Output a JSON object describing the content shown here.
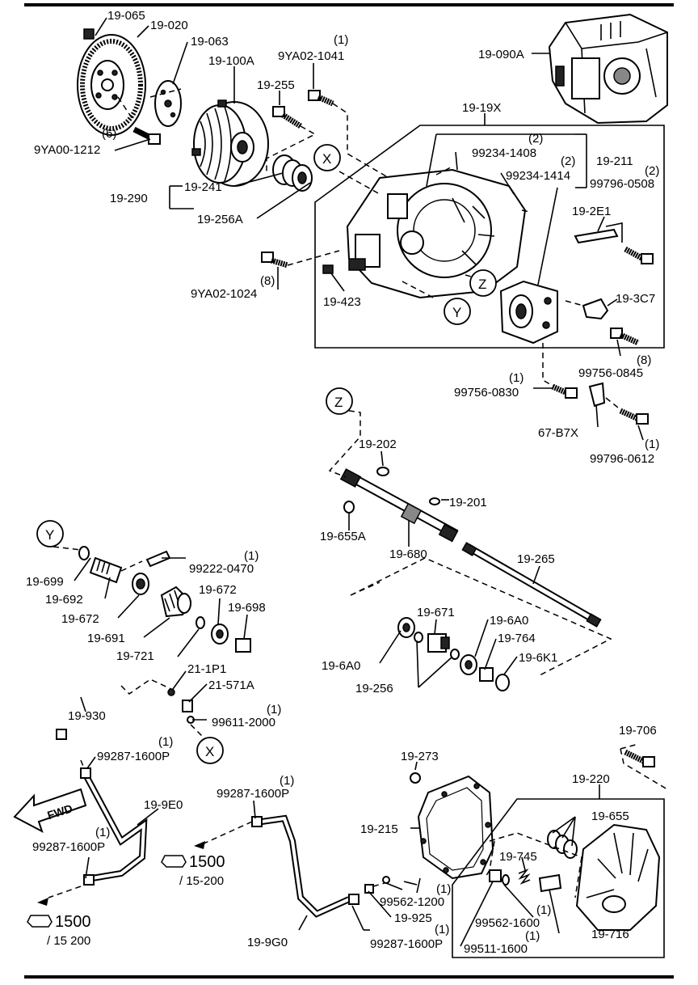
{
  "labels": {
    "l_19_065": "19-065",
    "l_19_020": "19-020",
    "l_19_063": "19-063",
    "l_19_100A": "19-100A",
    "l_9YA02_1041_q": "(1)",
    "l_9YA02_1041": "9YA02-1041",
    "l_19_090A": "19-090A",
    "l_19_255": "19-255",
    "l_19_19X": "19-19X",
    "l_9YA00_1212_q": "(6)",
    "l_9YA00_1212": "9YA00-1212",
    "l_99234_1408_q": "(2)",
    "l_99234_1408": "99234-1408",
    "l_19_211": "19-211",
    "l_99234_1414_q": "(2)",
    "l_99234_1414": "99234-1414",
    "l_99796_0508_q": "(2)",
    "l_99796_0508": "99796-0508",
    "l_X1": "X",
    "l_19_241": "19-241",
    "l_19_290": "19-290",
    "l_19_256A": "19-256A",
    "l_19_2E1": "19-2E1",
    "l_9YA02_1024_q": "(8)",
    "l_9YA02_1024": "9YA02-1024",
    "l_19_423": "19-423",
    "l_Z1": "Z",
    "l_Y1": "Y",
    "l_19_3C7": "19-3C7",
    "l_99756_0845_q": "(8)",
    "l_99756_0845": "99756-0845",
    "l_99756_0830_q": "(1)",
    "l_99756_0830": "99756-0830",
    "l_Z2": "Z",
    "l_67_B7X": "67-B7X",
    "l_99796_0612_q": "(1)",
    "l_99796_0612": "99796-0612",
    "l_19_202": "19-202",
    "l_19_201": "19-201",
    "l_19_655A": "19-655A",
    "l_19_680": "19-680",
    "l_19_265": "19-265",
    "l_Y2": "Y",
    "l_99222_0470_q": "(1)",
    "l_99222_0470": "99222-0470",
    "l_19_699": "19-699",
    "l_19_692": "19-692",
    "l_19_672a": "19-672",
    "l_19_672b": "19-672",
    "l_19_698": "19-698",
    "l_19_691": "19-691",
    "l_19_721": "19-721",
    "l_19_671": "19-671",
    "l_19_6A0a": "19-6A0",
    "l_19_764": "19-764",
    "l_19_6A0b": "19-6A0",
    "l_19_6K1": "19-6K1",
    "l_19_256": "19-256",
    "l_21_1P1": "21-1P1",
    "l_21_571A": "21-571A",
    "l_19_930": "19-930",
    "l_99611_2000_q": "(1)",
    "l_99611_2000": "99611-2000",
    "l_99287_1600P_a_q": "(1)",
    "l_99287_1600P_a": "99287-1600P",
    "l_X2": "X",
    "l_19_706": "19-706",
    "l_19_273": "19-273",
    "l_19_220": "19-220",
    "l_FWD": "FWD",
    "l_19_9E0": "19-9E0",
    "l_99287_1600P_b_q": "(1)",
    "l_99287_1600P_b": "99287-1600P",
    "l_99287_1600P_c_q": "(1)",
    "l_99287_1600P_c": "99287-1600P",
    "l_19_655": "19-655",
    "l_19_215": "19-215",
    "l_ref1500a": "1500",
    "l_ref15200a": "/ 15-200",
    "l_19_745": "19-745",
    "l_99562_1200_q": "(1)",
    "l_99562_1200": "99562-1200",
    "l_99562_1600_q": "(1)",
    "l_99562_1600": "99562-1600",
    "l_19_925": "19-925",
    "l_19_716": "19-716",
    "l_ref1500b": "1500",
    "l_ref15200b": "/ 15 200",
    "l_19_9G0": "19-9G0",
    "l_99287_1600P_d_q": "(1)",
    "l_99287_1600P_d": "99287-1600P",
    "l_99511_1600_q": "(1)",
    "l_99511_1600": "99511-1600"
  }
}
